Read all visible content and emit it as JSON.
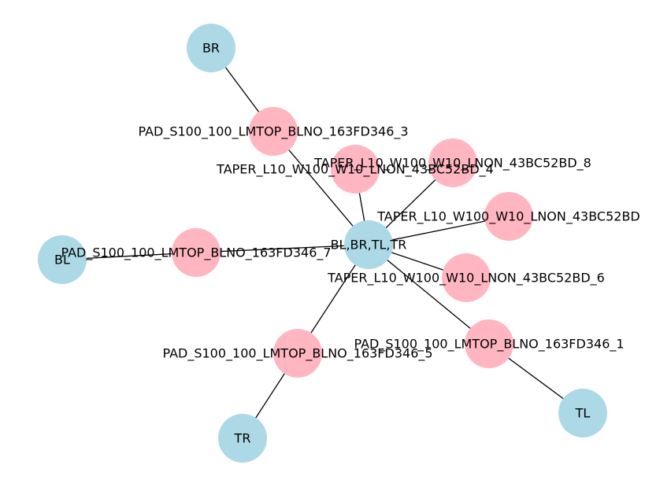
{
  "colors": {
    "blue_node": "#add8e6",
    "pink_node": "#ffb6c1",
    "edge": "#000000",
    "label": "#000000"
  },
  "nodes": [
    {
      "id": "hub",
      "label": "BL,BR,TL,TR",
      "group": "blue"
    },
    {
      "id": "br",
      "label": "BR",
      "group": "blue"
    },
    {
      "id": "bl",
      "label": "BL",
      "group": "blue"
    },
    {
      "id": "tl",
      "label": "TL",
      "group": "blue"
    },
    {
      "id": "tr",
      "label": "TR",
      "group": "blue"
    },
    {
      "id": "pad3",
      "label": "PAD_S100_100_LMTOP_BLNO_163FD346_3",
      "group": "pink"
    },
    {
      "id": "pad7",
      "label": "PAD_S100_100_LMTOP_BLNO_163FD346_7",
      "group": "pink"
    },
    {
      "id": "pad5",
      "label": "PAD_S100_100_LMTOP_BLNO_163FD346_5",
      "group": "pink"
    },
    {
      "id": "pad1",
      "label": "PAD_S100_100_LMTOP_BLNO_163FD346_1",
      "group": "pink"
    },
    {
      "id": "taper4",
      "label": "TAPER_L10_W100_W10_LNON_43BC52BD_4",
      "group": "pink"
    },
    {
      "id": "taper8",
      "label": "TAPER_L10_W100_W10_LNON_43BC52BD_8",
      "group": "pink"
    },
    {
      "id": "taper2",
      "label": "TAPER_L10_W100_W10_LNON_43BC52BD",
      "group": "pink"
    },
    {
      "id": "taper6",
      "label": "TAPER_L10_W100_W10_LNON_43BC52BD_6",
      "group": "pink"
    }
  ],
  "edges": [
    {
      "source": "hub",
      "target": "pad3"
    },
    {
      "source": "pad3",
      "target": "br"
    },
    {
      "source": "hub",
      "target": "pad7"
    },
    {
      "source": "pad7",
      "target": "bl"
    },
    {
      "source": "hub",
      "target": "pad5"
    },
    {
      "source": "pad5",
      "target": "tr"
    },
    {
      "source": "hub",
      "target": "pad1"
    },
    {
      "source": "pad1",
      "target": "tl"
    },
    {
      "source": "hub",
      "target": "taper4"
    },
    {
      "source": "hub",
      "target": "taper8"
    },
    {
      "source": "hub",
      "target": "taper2"
    },
    {
      "source": "hub",
      "target": "taper6"
    }
  ]
}
